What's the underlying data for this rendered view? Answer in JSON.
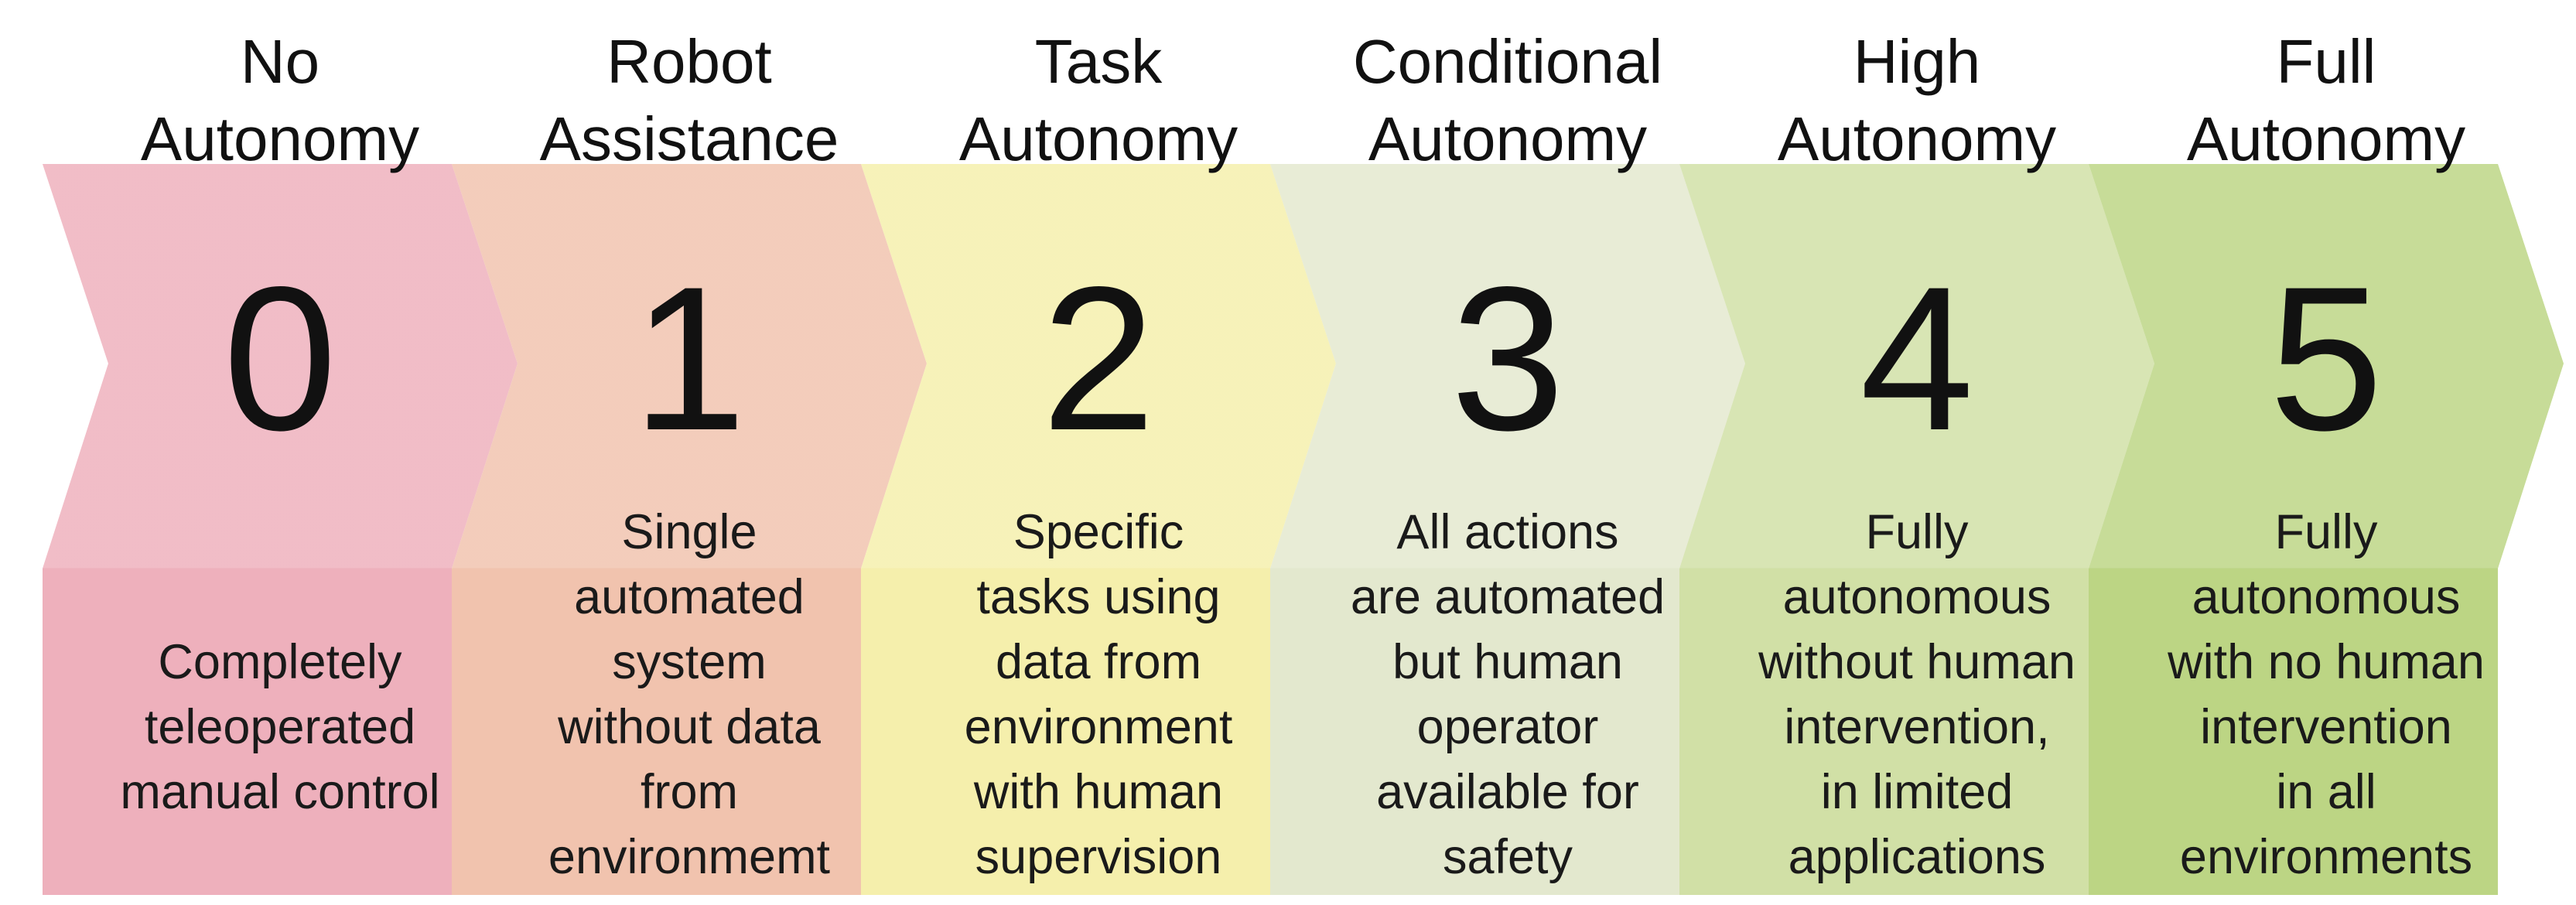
{
  "diagram": {
    "type": "chevron-process-levels",
    "background": "#ffffff",
    "text_color": "#1a1a1a",
    "segments": [
      {
        "level": "0",
        "title": "No\nAutonomy",
        "description": "Completely\nteleoperated\nmanual control",
        "color": "#eeb0bc"
      },
      {
        "level": "1",
        "title": "Robot\nAssistance",
        "description": "Single\nautomated\nsystem\nwithout data\nfrom\nenvironmemt",
        "color": "#f1c3ae"
      },
      {
        "level": "2",
        "title": "Task\nAutonomy",
        "description": "Specific\ntasks using\ndata from\nenvironment\nwith human\nsupervision",
        "color": "#f5efac"
      },
      {
        "level": "3",
        "title": "Conditional\nAutonomy",
        "description": "All actions\nare automated\nbut human\noperator\navailable for\nsafety",
        "color": "#e3e8ce"
      },
      {
        "level": "4",
        "title": "High\nAutonomy",
        "description": "Fully\nautonomous\nwithout human\nintervention,\nin limited\napplications",
        "color": "#d1e0a6"
      },
      {
        "level": "5",
        "title": "Full\nAutonomy",
        "description": "Fully\nautonomous\nwith no human\nintervention\nin all\nenvironments",
        "color": "#bcd584"
      }
    ]
  }
}
